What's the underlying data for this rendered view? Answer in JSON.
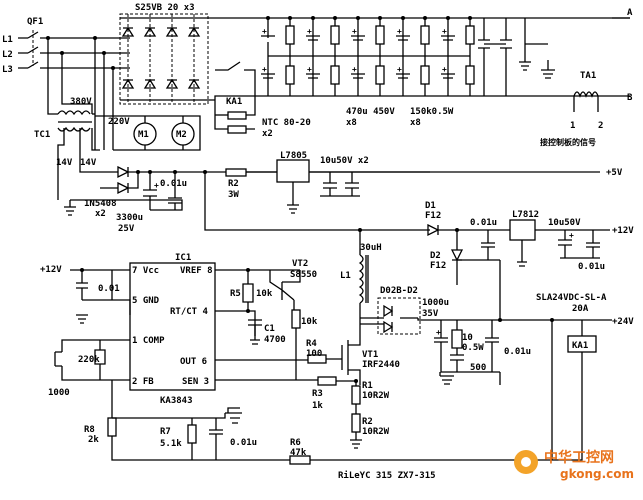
{
  "labels": {
    "qf1": "QF1",
    "l1": "L1",
    "l2": "L2",
    "l3": "L3",
    "bridge": "S25VB 20 x3",
    "ka1_top": "KA1",
    "ntc": "NTC 80-20",
    "ntc_x": "x2",
    "cap_bank_1": "470u 450V",
    "cap_bank_1_x": "x8",
    "cap_bank_2": "150k0.5W",
    "cap_bank_2_x": "x8",
    "term_a": "A",
    "term_b": "B",
    "ta1": "TA1",
    "ta1_pin1": "1",
    "ta1_pin2": "2",
    "ta1_note": "接控制板的信号",
    "v380": "380V",
    "v220": "220V",
    "tc1": "TC1",
    "v14a": "14V",
    "v14b": "14V",
    "m1": "M1",
    "m2": "M2",
    "diode_1n5408": "1N5408",
    "diode_x2": "x2",
    "c_3300": "3300u",
    "c_3300_v": "25V",
    "c_001a": "0.01u",
    "r2": "R2",
    "r2_v": "3W",
    "l7805": "L7805",
    "c_10u50v": "10u50V x2",
    "plus5v": "+5V",
    "d1": "D1",
    "f12a": "F12",
    "d2": "D2",
    "f12b": "F12",
    "c_001b": "0.01u",
    "l7812": "L7812",
    "c_10u50vb": "10u50V",
    "c_001c": "0.01u",
    "plus12v_right": "+12V",
    "ic1": "IC1",
    "plus12v_left": "+12V",
    "pin7": "7 Vcc",
    "pin5": "5 GND",
    "pin1": "1 COMP",
    "pin2": "2 FB",
    "pin8": "VREF 8",
    "pin4": "RT/CT 4",
    "pin6": "OUT 6",
    "pin3": "SEN 3",
    "ka3843": "KA3843",
    "c_001d": "0.01",
    "r_220k": "220k",
    "c_1000": "1000",
    "r5": "R5",
    "r5_v": "10k",
    "c1": "C1",
    "c1_v": "4700",
    "vt2": "VT2",
    "vt2_v": "S8550",
    "r_10k": "10k",
    "r4": "R4",
    "r4_v": "100",
    "vt1": "VT1",
    "vt1_v": "IRF2440",
    "r3": "R3",
    "r3_v": "1k",
    "r1": "R1",
    "r1_v": "10R2W",
    "r2b": "R2",
    "r2b_v": "10R2W",
    "l_30uh": "30uH",
    "l1_ind": "L1",
    "d_pair": "D02B-D2",
    "c_1000u": "1000u",
    "c_1000u_v": "35V",
    "r_10": "10",
    "r_10_v": "0.5W",
    "c_001e": "0.01u",
    "c_500": "500",
    "relay": "SLA24VDC-SL-A",
    "relay_a": "20A",
    "plus24v": "+24V",
    "ka1_coil": "KA1",
    "r8": "R8",
    "r8_v": "2k",
    "r7": "R7",
    "r7_v": "5.1k",
    "c_001f": "0.01u",
    "r6": "R6",
    "r6_v": "47k",
    "footer": "RiLeYC 315  ZX7-315",
    "watermark_cn": "中华工控网",
    "watermark_url": "gkong.com"
  }
}
